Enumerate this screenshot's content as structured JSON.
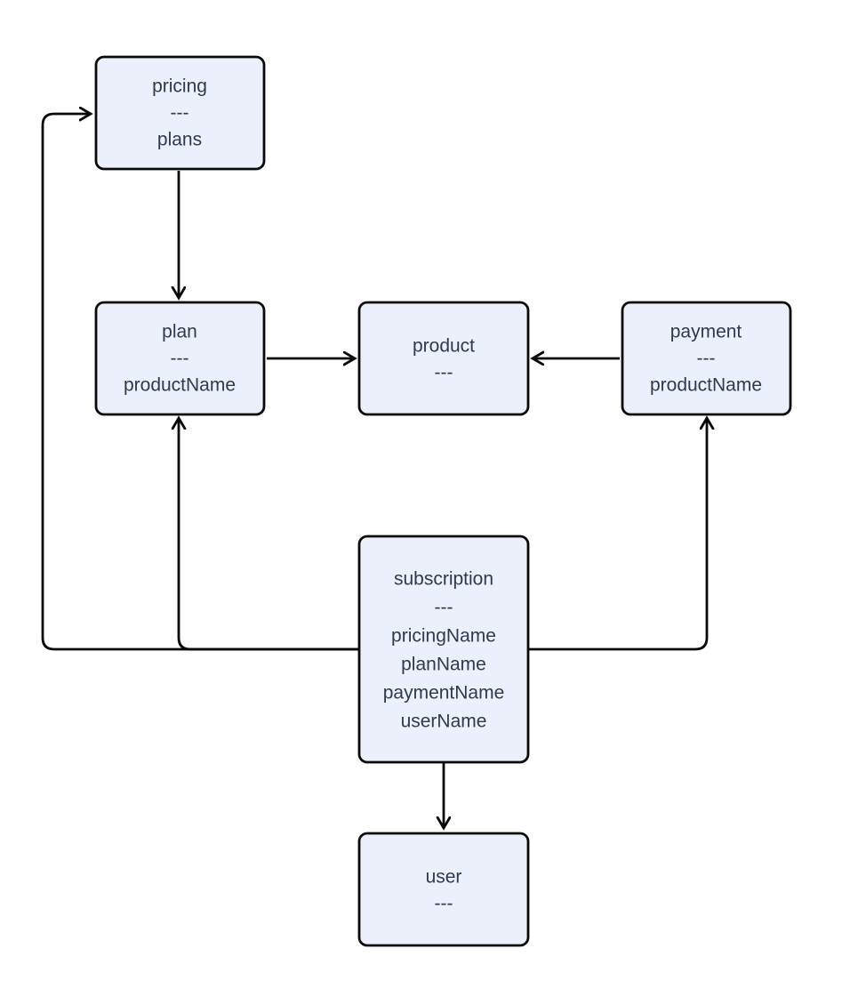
{
  "diagram": {
    "type": "entity-relationship-diagram",
    "colors": {
      "background": "#ffffff",
      "node_fill": "#ecf0fa",
      "node_border": "#0a0a0a",
      "line_color": "#0a0a0a",
      "text_color": "#2e3a4d"
    },
    "nodes": {
      "pricing": {
        "title": "pricing",
        "divider": "---",
        "attributes": [
          "plans"
        ]
      },
      "plan": {
        "title": "plan",
        "divider": "---",
        "attributes": [
          "productName"
        ]
      },
      "product": {
        "title": "product",
        "divider": "---",
        "attributes": []
      },
      "payment": {
        "title": "payment",
        "divider": "---",
        "attributes": [
          "productName"
        ]
      },
      "subscription": {
        "title": "subscription",
        "divider": "---",
        "attributes": [
          "pricingName",
          "planName",
          "paymentName",
          "userName"
        ]
      },
      "user": {
        "title": "user",
        "divider": "---",
        "attributes": []
      }
    },
    "edges": [
      {
        "from": "pricing",
        "to": "plan"
      },
      {
        "from": "plan",
        "to": "product"
      },
      {
        "from": "payment",
        "to": "product"
      },
      {
        "from": "subscription",
        "to": "pricing"
      },
      {
        "from": "subscription",
        "to": "plan"
      },
      {
        "from": "subscription",
        "to": "payment"
      },
      {
        "from": "subscription",
        "to": "user"
      }
    ]
  }
}
